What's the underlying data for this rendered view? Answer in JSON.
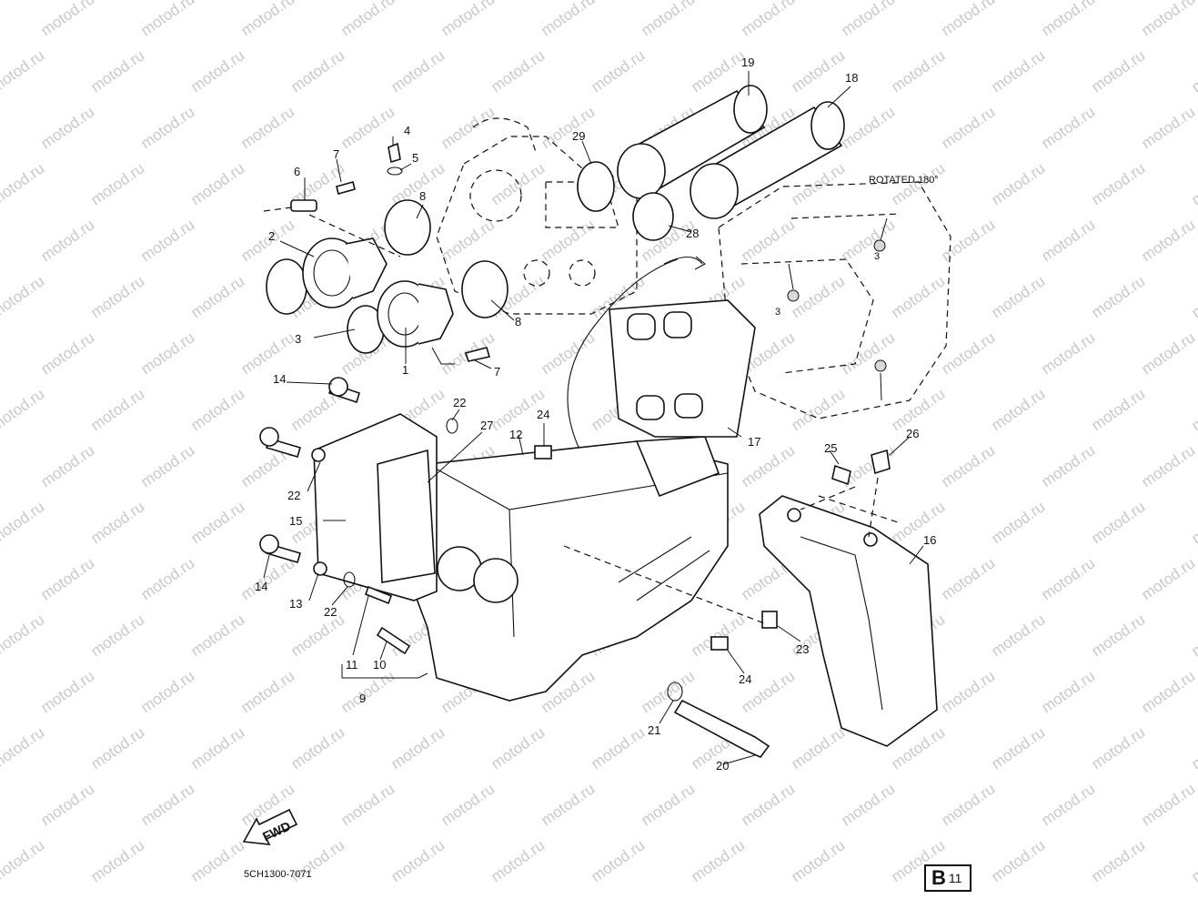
{
  "watermark": "motod.ru",
  "note_rotated": "ROTATED 180°",
  "fwd_label": "FWD",
  "drawing_code": "5CH1300-7071",
  "page_badge": {
    "letter": "B",
    "number": "11"
  },
  "callouts": [
    "1",
    "2",
    "3",
    "4",
    "5",
    "6",
    "7",
    "7",
    "8",
    "8",
    "9",
    "10",
    "11",
    "12",
    "13",
    "14",
    "14",
    "15",
    "16",
    "17",
    "18",
    "19",
    "20",
    "21",
    "22",
    "22",
    "22",
    "23",
    "24",
    "24",
    "25",
    "26",
    "27",
    "28",
    "29"
  ],
  "inset_labels": [
    "3",
    "3"
  ]
}
